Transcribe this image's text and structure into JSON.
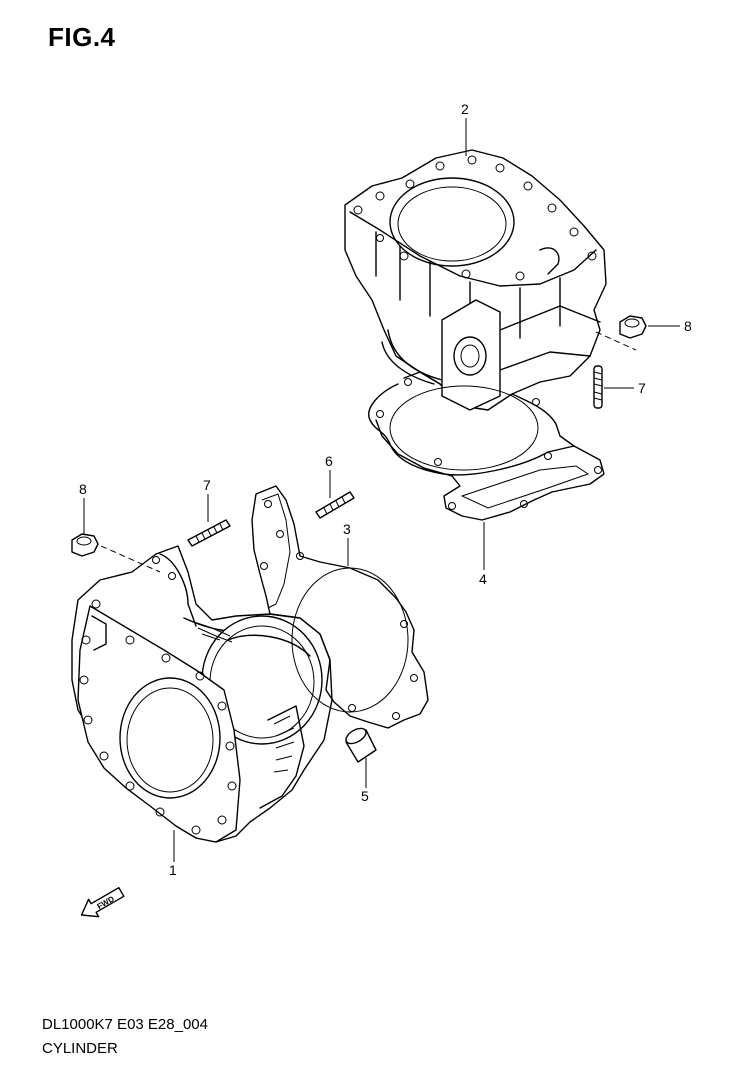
{
  "figure": {
    "title": "FIG.4",
    "code": "DL1000K7 E03 E28_004",
    "name": "CYLINDER"
  },
  "callouts": {
    "c1": "1",
    "c2": "2",
    "c3": "3",
    "c4": "4",
    "c5": "5",
    "c6": "6",
    "c7a": "7",
    "c7b": "7",
    "c8a": "8",
    "c8b": "8"
  },
  "fwd_label": "FWD"
}
